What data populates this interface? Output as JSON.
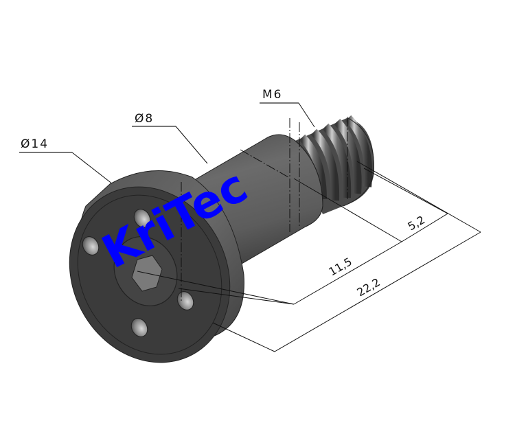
{
  "drawing": {
    "subject": "Shoulder screw with flange",
    "watermark": "KriTec",
    "watermark_color": "#0000ff",
    "labels": {
      "flange_diameter": "Ø14",
      "shoulder_diameter": "Ø8",
      "thread": "M6"
    },
    "dimensions": {
      "thread_length": "5,2",
      "shoulder_length": "11,5",
      "total_length": "22,2"
    },
    "colors": {
      "body_dark": "#3a3a3a",
      "body_mid": "#5a5a5a",
      "body_light": "#8a8a8a",
      "line": "#111111"
    }
  }
}
